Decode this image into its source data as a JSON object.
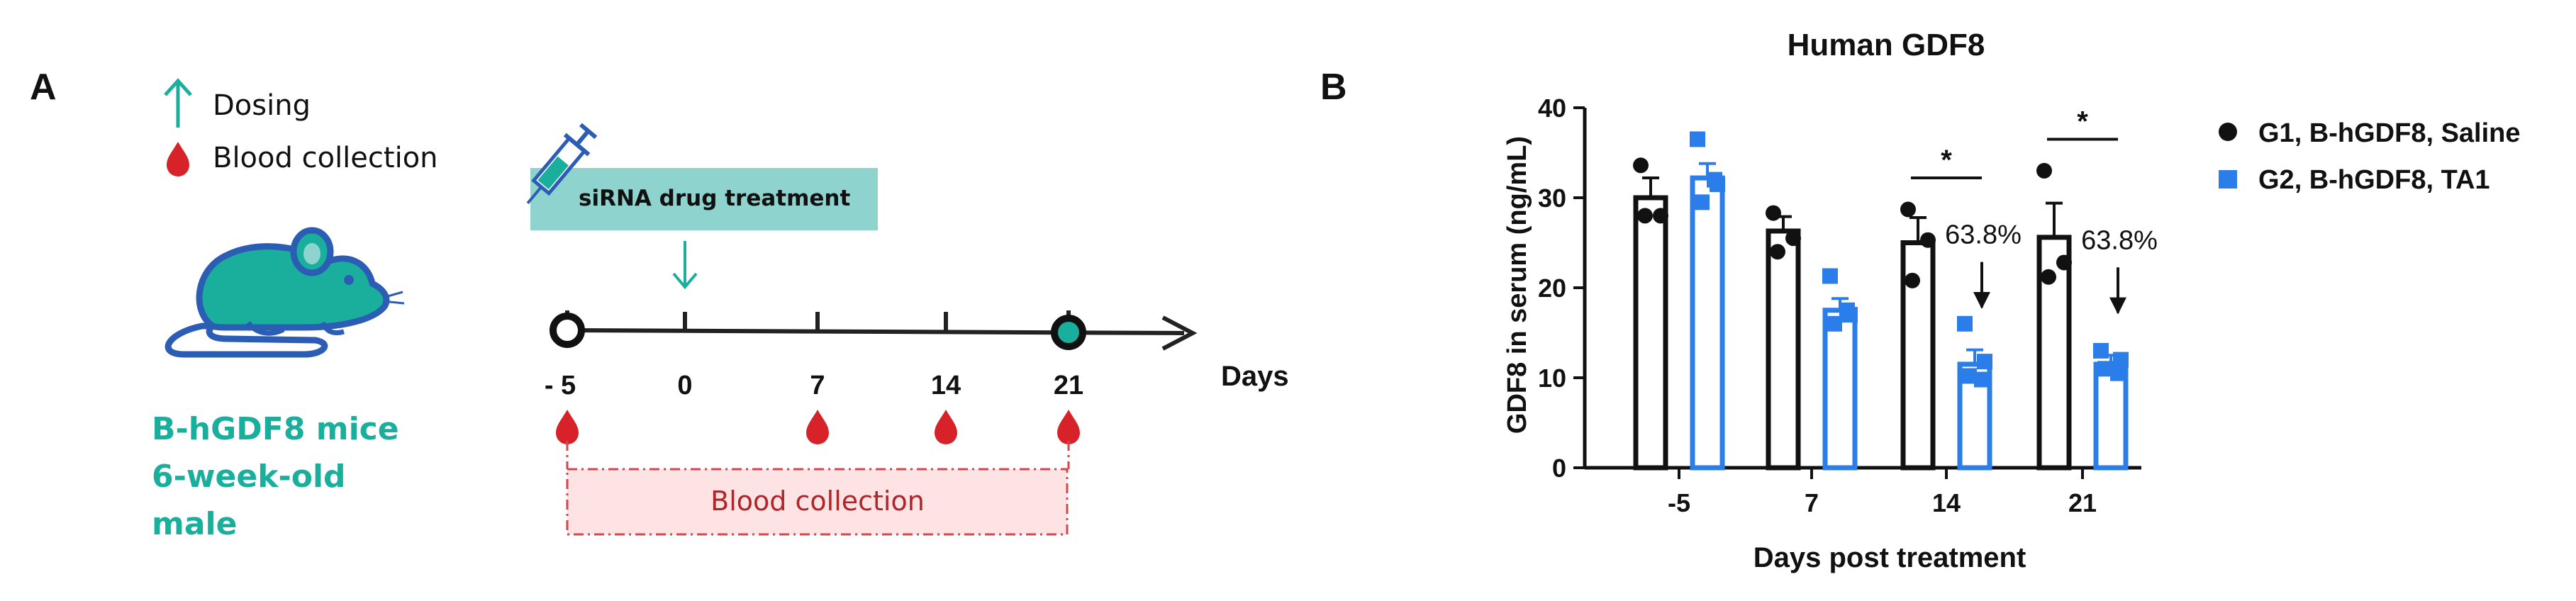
{
  "colors": {
    "teal": "#1aaf9c",
    "teal_box": "#8fd3cf",
    "blood_red": "#d7222a",
    "pink_box": "#fde3e3",
    "pink_border": "#d4464c",
    "blue": "#2b7de9",
    "black": "#111111"
  },
  "panel_a": {
    "label": "A",
    "legend": {
      "dosing": "Dosing",
      "blood": "Blood collection"
    },
    "mouse_lines": [
      "B-hGDF8 mice",
      "6-week-old",
      "male"
    ],
    "treatment_label": "siRNA drug treatment",
    "timeline_ticks": [
      "- 5",
      "0",
      "7",
      "14",
      "21"
    ],
    "axis_label": "Days",
    "blood_box_label": "Blood collection"
  },
  "panel_b": {
    "label": "B"
  },
  "chart_data": {
    "type": "bar",
    "title": "Human GDF8",
    "xlabel": "Days post treatment",
    "ylabel": "GDF8 in serum (ng/mL)",
    "categories": [
      "-5",
      "7",
      "14",
      "21"
    ],
    "ylim": [
      0,
      40
    ],
    "yticks": [
      0,
      10,
      20,
      30,
      40
    ],
    "series": [
      {
        "name": "G1, B-hGDF8, Saline",
        "marker": "circle",
        "color": "#111111",
        "values": [
          30.0,
          26.3,
          25.0,
          25.6
        ],
        "err": [
          2.2,
          1.6,
          2.8,
          3.8
        ],
        "points": [
          [
            33.6,
            28.0,
            28.0
          ],
          [
            28.3,
            25.5,
            24.0
          ],
          [
            28.7,
            25.3,
            20.8
          ],
          [
            33.0,
            22.8,
            21.2
          ]
        ]
      },
      {
        "name": "G2, B-hGDF8, TA1",
        "marker": "square",
        "color": "#2b7de9",
        "values": [
          32.2,
          17.5,
          11.5,
          11.5
        ],
        "err": [
          1.6,
          1.3,
          1.6,
          1.0
        ],
        "points": [
          [
            36.5,
            31.5,
            29.5,
            32.0
          ],
          [
            21.3,
            17.0,
            16.0,
            17.5
          ],
          [
            16.0,
            11.8,
            10.2,
            9.8
          ],
          [
            13.0,
            12.0,
            11.0,
            10.5
          ]
        ]
      }
    ],
    "annotations": [
      {
        "category": "14",
        "significance": "*",
        "reduction": "63.8%"
      },
      {
        "category": "21",
        "significance": "*",
        "reduction": "63.8%"
      }
    ],
    "legend_position": "right"
  }
}
